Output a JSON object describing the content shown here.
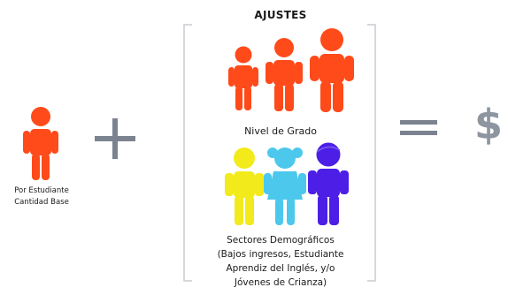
{
  "base": {
    "caption_line1": "Por Estudiante",
    "caption_line2": "Cantidad Base",
    "icon": "child-icon",
    "color": "#ff4a1a"
  },
  "adjustments": {
    "title": "AJUSTES",
    "grade": {
      "label": "Nivel de Grado",
      "icons": [
        "child-icon",
        "child-icon",
        "child-icon"
      ],
      "color": "#ff4a1a"
    },
    "demographics": {
      "label_line1": "Sectores Demográficos",
      "label_line2": "(Bajos ingresos, Estudiante",
      "label_line3": "Aprendiz del Inglés, y/o",
      "label_line4": "Jóvenes de Crianza)",
      "icons": [
        "child-icon",
        "child-icon",
        "child-icon"
      ],
      "colors": [
        "#f2ea1b",
        "#4cc8ec",
        "#4c1ee6"
      ]
    }
  },
  "operators": {
    "plus": "+",
    "equals": "="
  },
  "result_symbol": "$",
  "colors": {
    "operator": "#7b8390",
    "bracket": "#c9ccd1",
    "dollar": "#8d95a0"
  }
}
